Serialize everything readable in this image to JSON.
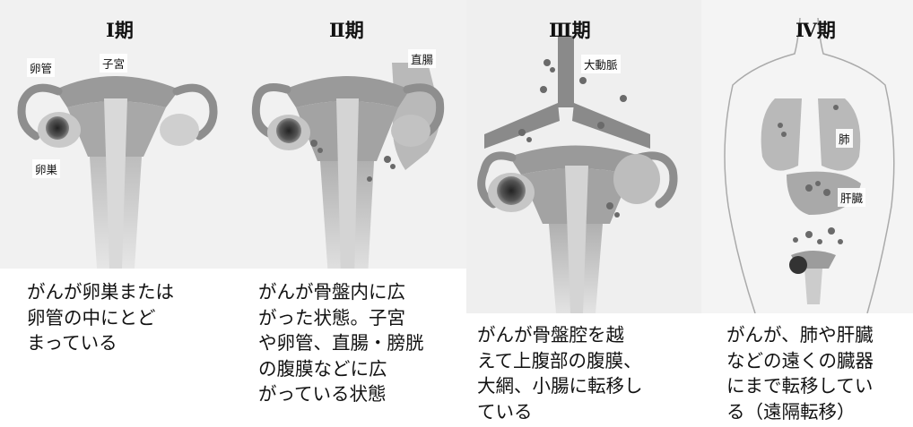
{
  "stages": [
    {
      "title": "Ⅰ期",
      "labels": {
        "oviduct": "卵管",
        "uterus": "子宮",
        "ovary": "卵巣"
      },
      "caption": "がんが卵巣または\n卵管の中にとど\nまっている"
    },
    {
      "title": "Ⅱ期",
      "labels": {
        "rectum": "直腸"
      },
      "caption": "がんが骨盤内に広\nがった状態。子宮\nや卵管、直腸・膀胱\nの腹膜などに広\nがっている状態"
    },
    {
      "title": "Ⅲ期",
      "labels": {
        "aorta": "大動脈"
      },
      "caption": "がんが骨盤腔を越\nえて上腹部の腹膜、\n大網、小腸に転移し\nている"
    },
    {
      "title": "Ⅳ期",
      "labels": {
        "lung": "肺",
        "liver": "肝臓"
      },
      "caption": "がんが、肺や肝臓\nなどの遠くの臓器\nにまで転移してい\nる（遠隔転移）"
    }
  ]
}
